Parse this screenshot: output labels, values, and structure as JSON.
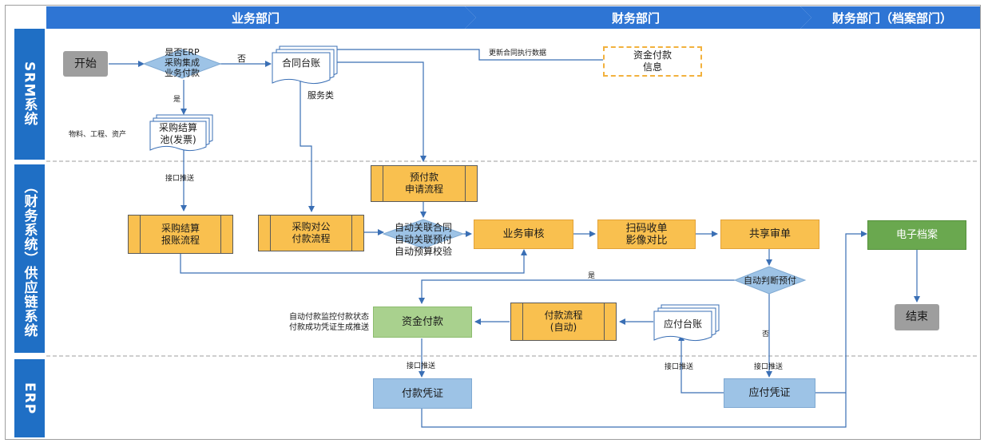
{
  "headers": {
    "business": "业务部门",
    "finance": "财务部门",
    "finance_archive": "财务部门（档案部门）"
  },
  "lanes": {
    "srm": "SRM系统",
    "supply_chain": "（财务系统）供应链系统",
    "erp": "ERP"
  },
  "nodes": {
    "start": "开始",
    "erp_decision": "是否ERP\n采购集成\n业务付款",
    "contract_ledger": "合同台账",
    "fund_payment_info": "资金付款\n信息",
    "purchase_settlement_pool": "采购结算\n池(发票)",
    "prepay_process": "预付款\n申请流程",
    "settlement_reimburse": "采购结算\n报账流程",
    "corporate_payment": "采购对公\n付款流程",
    "auto_check": "自动关联合同\n自动关联预付\n自动预算校验",
    "business_review": "业务审核",
    "scan_compare": "扫码收单\n影像对比",
    "shared_review": "共享审单",
    "auto_prepay_decision": "自动判断预付",
    "e_archive": "电子档案",
    "end": "结束",
    "fund_pay": "资金付款",
    "payment_process_auto": "付款流程\n(自动)",
    "payable_ledger": "应付台账",
    "payment_voucher": "付款凭证",
    "payable_voucher": "应付凭证"
  },
  "labels": {
    "no1": "否",
    "yes1": "是",
    "materials": "物料、工程、资产",
    "service": "服务类",
    "update_contract": "更新合同执行数据",
    "interface_push1": "接口推送",
    "yes2": "是",
    "no2": "否",
    "auto_monitor": "自动付款监控付款状态\n付款成功凭证生成推送",
    "interface_push2": "接口推送",
    "interface_push3": "接口推送",
    "interface_push4": "接口推送"
  }
}
